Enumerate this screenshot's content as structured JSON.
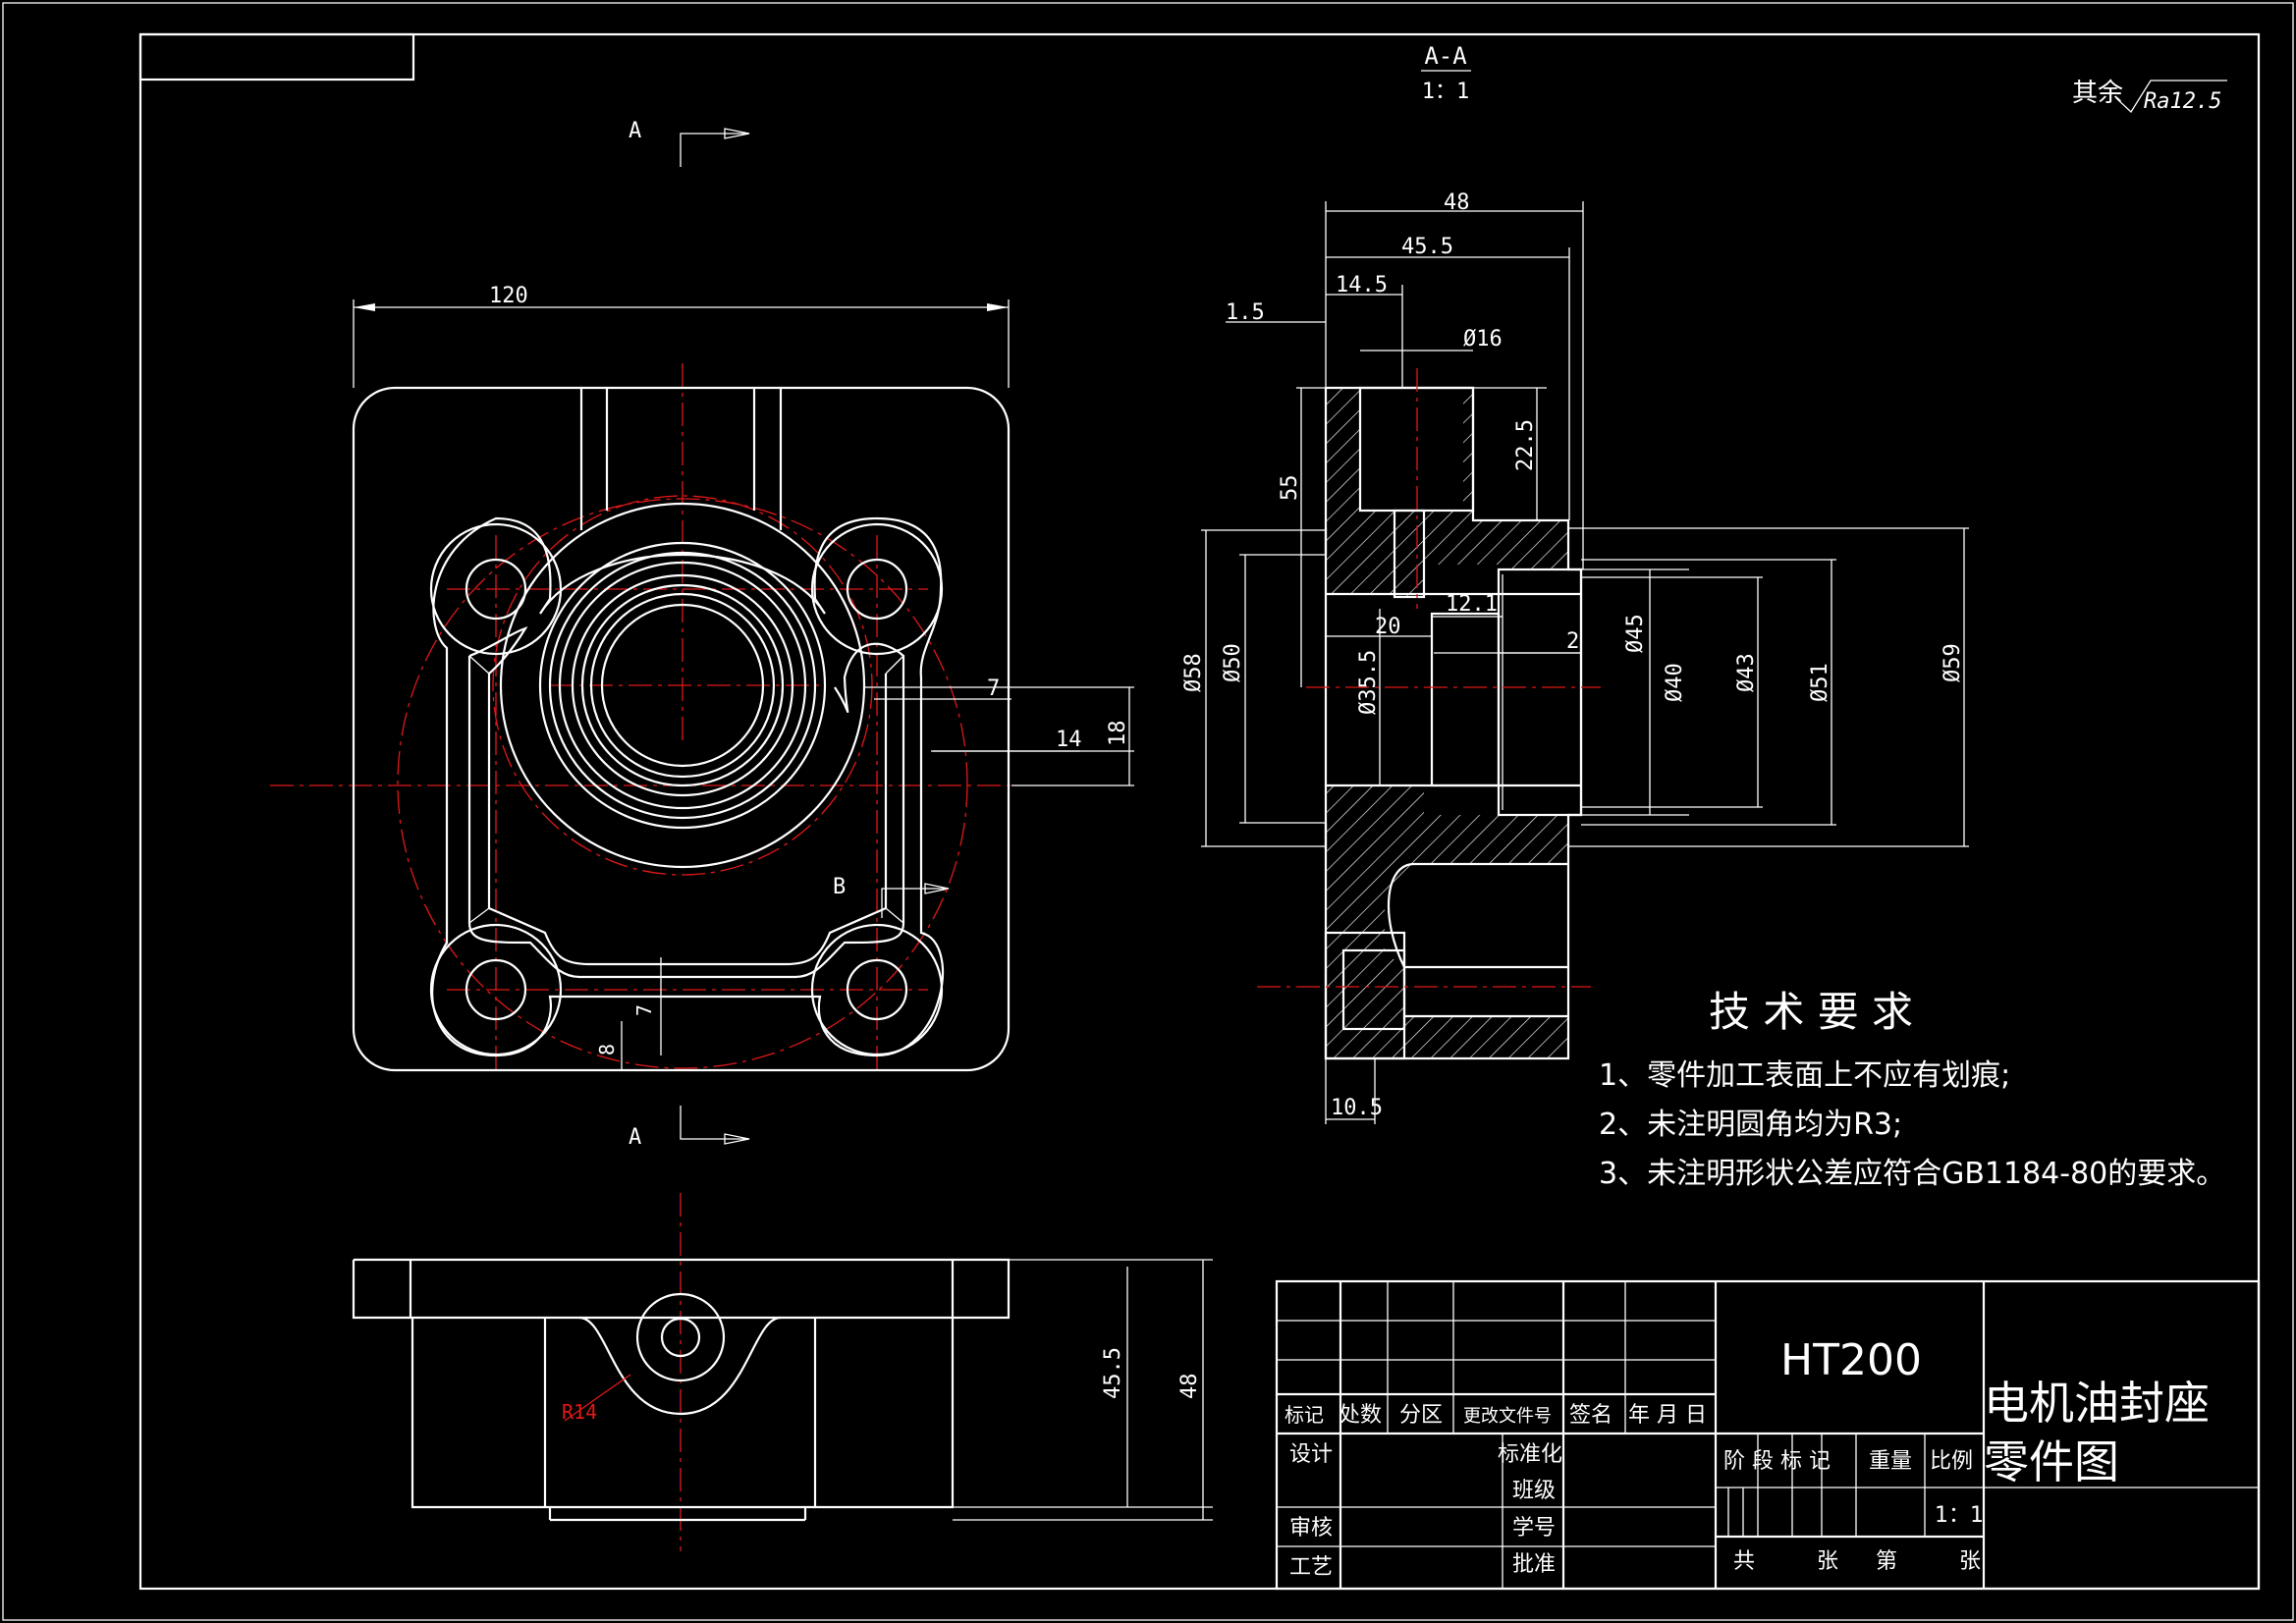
{
  "section_view": {
    "title": "A-A",
    "scale": "1：1"
  },
  "surface_note": {
    "prefix": "其余",
    "symbol": "Ra12.5"
  },
  "section_marks": {
    "a_top": "A",
    "a_bottom": "A",
    "b": "B"
  },
  "front_dims": {
    "width": "120",
    "d7": "7",
    "d14": "14",
    "d18": "18",
    "d7b": "7",
    "d8": "8"
  },
  "side_dims": {
    "d48": "48",
    "d45_5": "45.5",
    "d14_5": "14.5",
    "d1_5": "1.5",
    "dia16": "Ø16",
    "d22_5": "22.5",
    "d55": "55",
    "d12_1": "12.1",
    "d20": "20",
    "d2": "2",
    "dia58": "Ø58",
    "dia50": "Ø50",
    "dia35_5": "Ø35.5",
    "dia45": "Ø45",
    "dia40": "Ø40",
    "dia43": "Ø43",
    "dia51": "Ø51",
    "dia59": "Ø59",
    "d10_5": "10.5"
  },
  "bottom_dims": {
    "r14": "R14",
    "h45_5": "45.5",
    "h48": "48"
  },
  "tech_requirements": {
    "title": "技 术 要 求",
    "items": [
      "1、零件加工表面上不应有划痕;",
      "2、未注明圆角均为R3;",
      "3、未注明形状公差应符合GB1184-80的要求。"
    ]
  },
  "title_block": {
    "material": "HT200",
    "part_name_line1": "电机油封座",
    "part_name_line2": "零件图",
    "headers": [
      "标记",
      "处数",
      "分区",
      "更改文件号",
      "签名",
      "年 月 日"
    ],
    "left_rows": [
      "设计",
      "审核",
      "工艺"
    ],
    "mid_rows": [
      "标准化",
      "班级",
      "学号",
      "批准"
    ],
    "stage_label": "阶 段 标 记",
    "weight_label": "重量",
    "scale_label": "比例",
    "scale_value": "1：1",
    "sheet_gong": "共",
    "sheet_zhang1": "张",
    "sheet_di": "第",
    "sheet_zhang2": "张"
  },
  "colors": {
    "background": "#000000",
    "line": "#ffffff",
    "centerline": "#e01818"
  }
}
